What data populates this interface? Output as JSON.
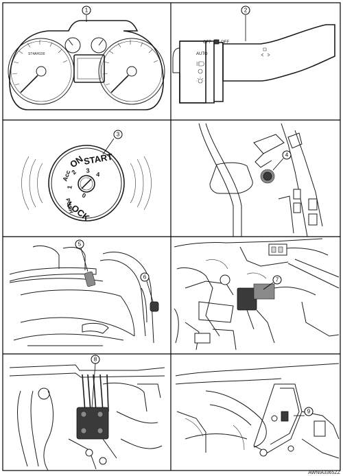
{
  "callouts": [
    "1",
    "2",
    "3",
    "4",
    "5",
    "6",
    "7",
    "8",
    "9"
  ],
  "reference_code": "AWNIA3365ZZ",
  "panel1": {
    "cluster_text": "ST4AH100"
  },
  "panel2": {
    "off_left": "OFF",
    "off_right": "OFF",
    "auto": "AUTO"
  },
  "panel3": {
    "lock": "LOCK",
    "push": "PUSH",
    "acc": "Acc",
    "on": "ON",
    "start": "START",
    "n0": "0",
    "n1": "1",
    "n2": "2",
    "n3": "3",
    "n4": "4"
  }
}
